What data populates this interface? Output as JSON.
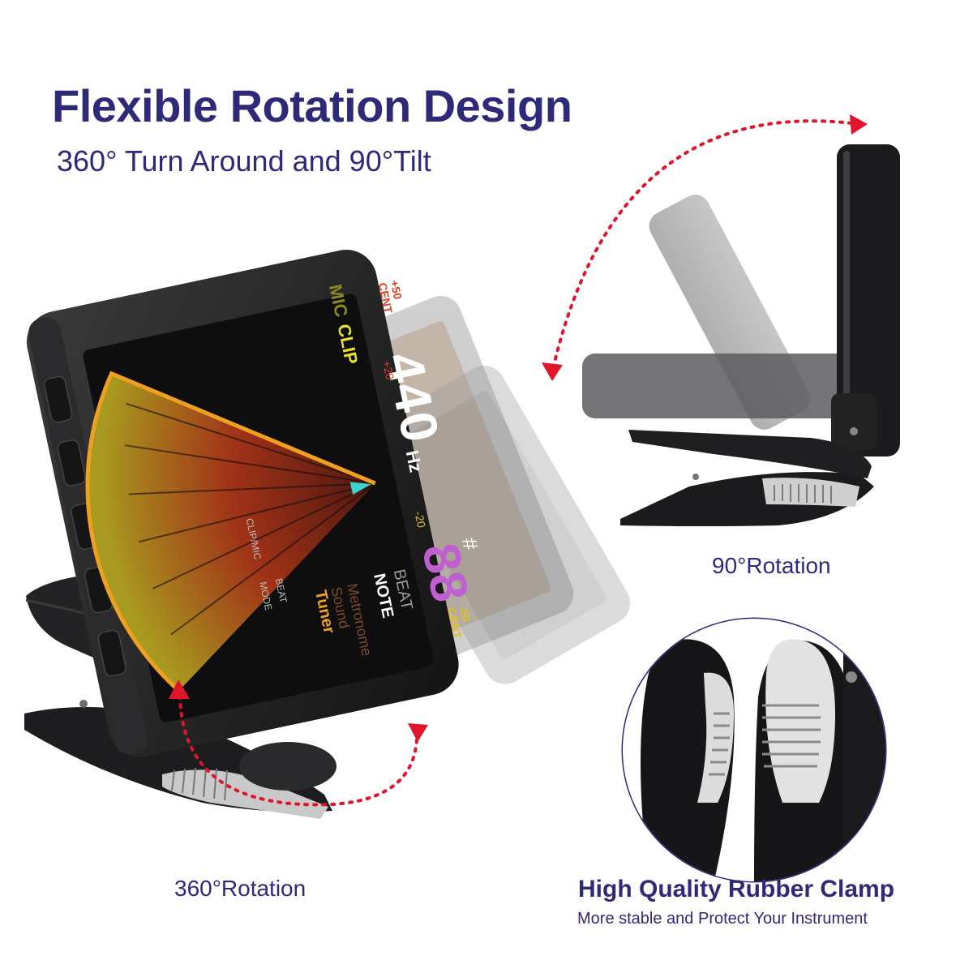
{
  "header": {
    "title": "Flexible Rotation Design",
    "subtitle": "360° Turn Around and 90°Tilt"
  },
  "features": {
    "rotation_90_label": "90°Rotation",
    "rotation_360_label": "360°Rotation",
    "clamp_title": "High Quality Rubber Clamp",
    "clamp_subtitle": "More stable and Protect Your Instrument"
  },
  "tuner_display": {
    "frequency": "440",
    "frequency_unit": "Hz",
    "note_readout": "88",
    "sharp_symbol": "#",
    "mic_label": "MIC",
    "clip_label": "CLIP",
    "cent_label": "CENT",
    "plus_cent": "+50",
    "minus_cent": "-50",
    "tick_plus": "+20",
    "tick_minus": "-20",
    "beat_label": "BEAT",
    "note_label": "NOTE",
    "mode_lines": [
      "Metronome",
      "Sound",
      "Tuner"
    ]
  },
  "tuner_buttons": [
    "MODE",
    "CLIP/MIC",
    "BEAT"
  ],
  "colors": {
    "heading": "#2e2a79",
    "arrow": "#e0142a",
    "device_body": "#1c1c1e",
    "display_bg": "#111111",
    "clamp_pad": "#cfcfcf"
  }
}
